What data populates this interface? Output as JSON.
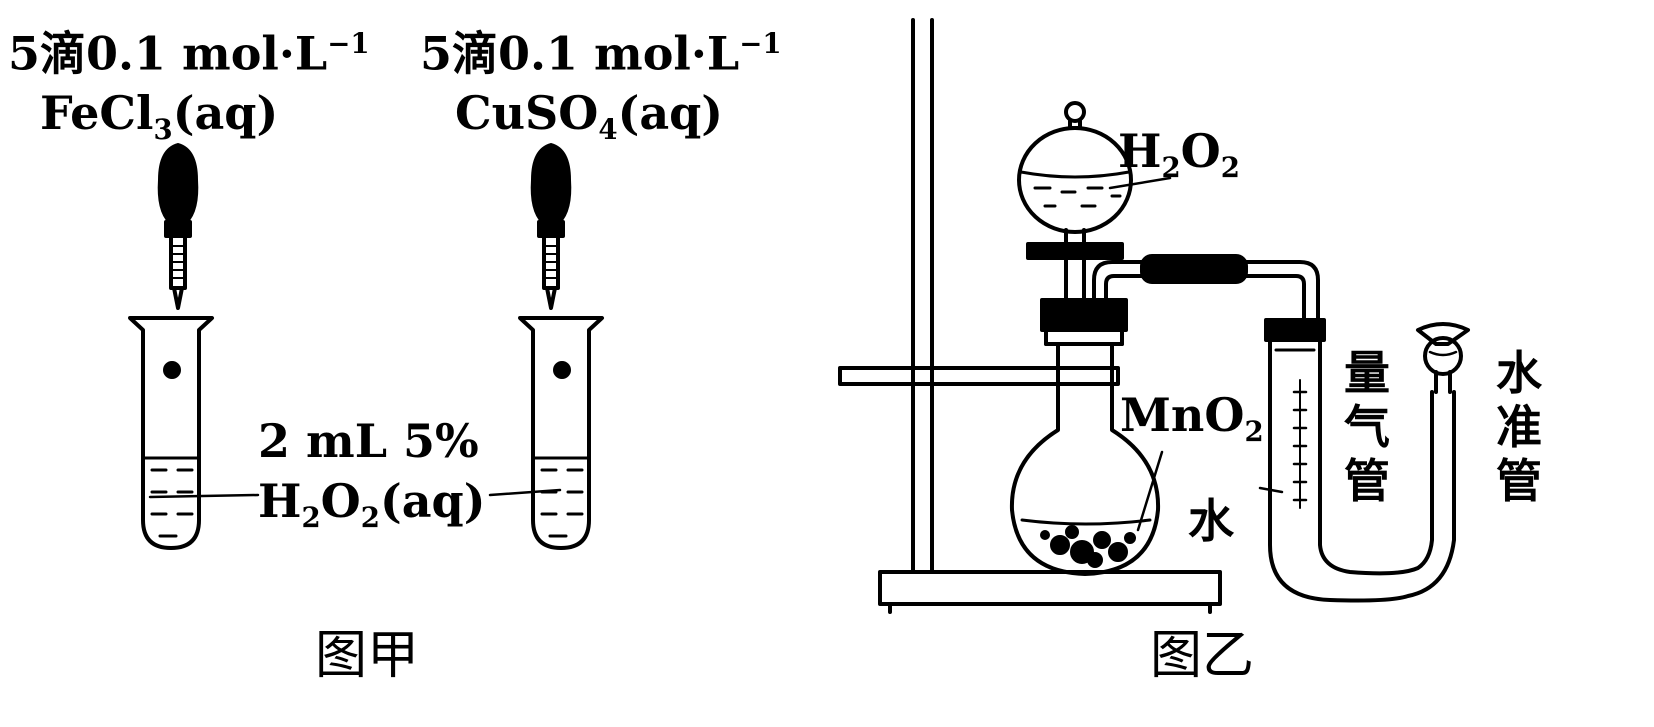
{
  "figure_a": {
    "caption": "图甲",
    "tube1_reagent_line1": "5滴0.1 mol·L",
    "tube1_reagent_sup": "−1",
    "tube1_reagent_line2_pre": "FeCl",
    "tube1_reagent_line2_sub": "3",
    "tube1_reagent_line2_post": "(aq)",
    "tube2_reagent_line1": "5滴0.1 mol·L",
    "tube2_reagent_sup": "−1",
    "tube2_reagent_line2_pre": "CuSO",
    "tube2_reagent_line2_sub": "4",
    "tube2_reagent_line2_post": "(aq)",
    "solution_line1": "2 mL 5%",
    "solution_h": "H",
    "solution_sub1": "2",
    "solution_o": "O",
    "solution_sub2": "2",
    "solution_post": "(aq)"
  },
  "figure_b": {
    "caption": "图乙",
    "funnel_h": "H",
    "funnel_sub1": "2",
    "funnel_o": "O",
    "funnel_sub2": "2",
    "catalyst_pre": "MnO",
    "catalyst_sub": "2",
    "water_label": "水",
    "gas_burette_label": [
      "量",
      "气",
      "管"
    ],
    "leveling_tube_label": [
      "水",
      "准",
      "管"
    ]
  },
  "colors": {
    "ink": "#000000",
    "paper": "#ffffff"
  }
}
